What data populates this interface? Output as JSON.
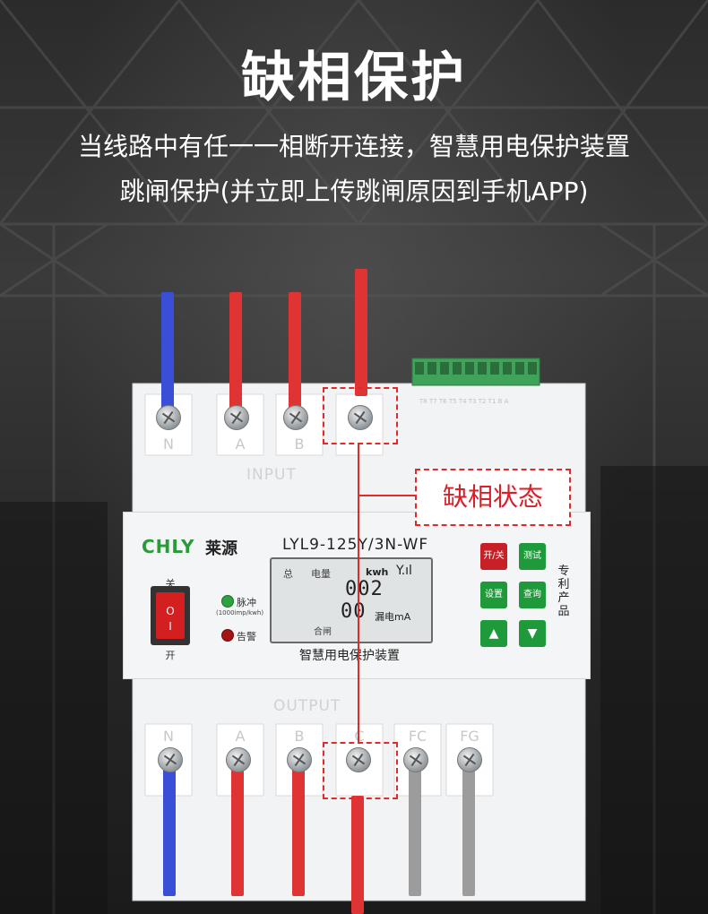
{
  "header": {
    "title": "缺相保护",
    "subtitle_line1": "当线路中有任一一相断开连接，智慧用电保护装置",
    "subtitle_line2": "跳闸保护(并立即上传跳闸原因到手机APP)"
  },
  "callout": {
    "text": "缺相状态"
  },
  "device": {
    "input_label": "INPUT",
    "output_label": "OUTPUT",
    "input_terminals": [
      "N",
      "A",
      "B",
      ""
    ],
    "output_terminals": [
      "N",
      "A",
      "B",
      "C",
      "FC",
      "FG"
    ],
    "terminal_block_pins": "T8 T7 T6 T5 T4 T3 T2 T1 B A",
    "brand": "CHLY",
    "brand_cn": "莱源",
    "model": "LYL9-125Y/3N-WF",
    "switch_top": "关",
    "switch_bottom": "开",
    "rocker_off": "O",
    "rocker_on": "I",
    "led_pulse_label": "脉冲",
    "led_pulse_sub": "(1000imp/kwh)",
    "led_alarm_label": "告警",
    "lcd": {
      "total": "总",
      "energy": "电量",
      "unit_kwh": "kwh",
      "value_top": "002",
      "value_bottom": "00",
      "leakage": "漏电mA",
      "status": "合闸"
    },
    "device_name": "智慧用电保护装置",
    "buttons": [
      "开/关",
      "测试",
      "设置",
      "查询",
      "▲",
      "▼"
    ],
    "patent": "专利产品"
  },
  "colors": {
    "wire_blue": "#3a4fd8",
    "wire_red": "#e03434",
    "wire_gray": "#9c9c9c",
    "accent_red": "#d8202a",
    "brand_green": "#2b9a3a"
  }
}
